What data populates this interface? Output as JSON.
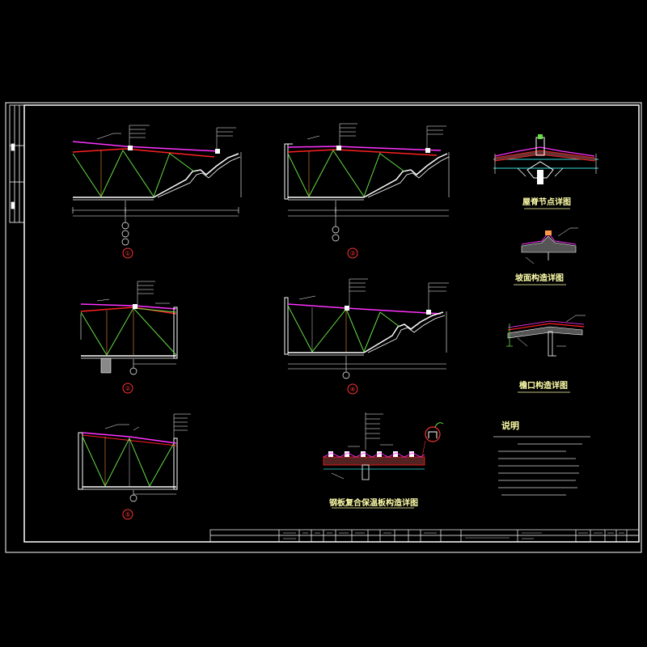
{
  "drawing": {
    "section_labels": [
      "①",
      "②",
      "③",
      "④",
      "⑤"
    ],
    "detail_titles": [
      "屋脊节点详图",
      "坡面构造详图",
      "檐口构造详图",
      "钢板复合保温板构造详图"
    ],
    "notes": {
      "heading": "说明"
    }
  },
  "colors": {
    "background": "#000000",
    "frame": "#ffffff",
    "chord_red": "#ff2020",
    "chord_magenta": "#ff33ff",
    "web_green": "#66dd44",
    "web_orange": "#ff9944",
    "text_yellow": "#ffff33",
    "detail_cyan": "#33dddd",
    "label_red": "#ff3333"
  }
}
